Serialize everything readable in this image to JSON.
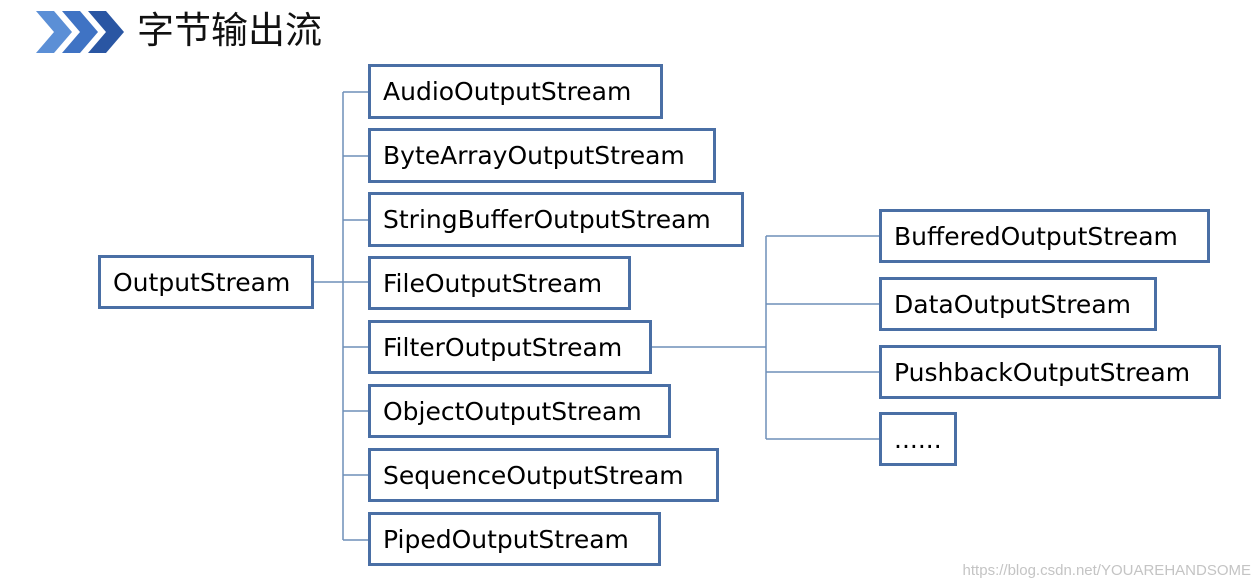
{
  "header": {
    "title": "字节输出流",
    "accent_color": "#2e5fa8",
    "icon": "triple-chevron-icon"
  },
  "diagram": {
    "line_color": "#6f8fb8",
    "box_border_color": "#4a6fa5",
    "root": "OutputStream",
    "children": [
      "AudioOutputStream",
      "ByteArrayOutputStream",
      "StringBufferOutputStream",
      "FileOutputStream",
      "FilterOutputStream",
      "ObjectOutputStream",
      "SequenceOutputStream",
      "PipedOutputStream"
    ],
    "filter_children": [
      "BufferedOutputStream",
      "DataOutputStream",
      "PushbackOutputStream",
      "......"
    ]
  },
  "watermark": "https://blog.csdn.net/YOUAREHANDSOME"
}
